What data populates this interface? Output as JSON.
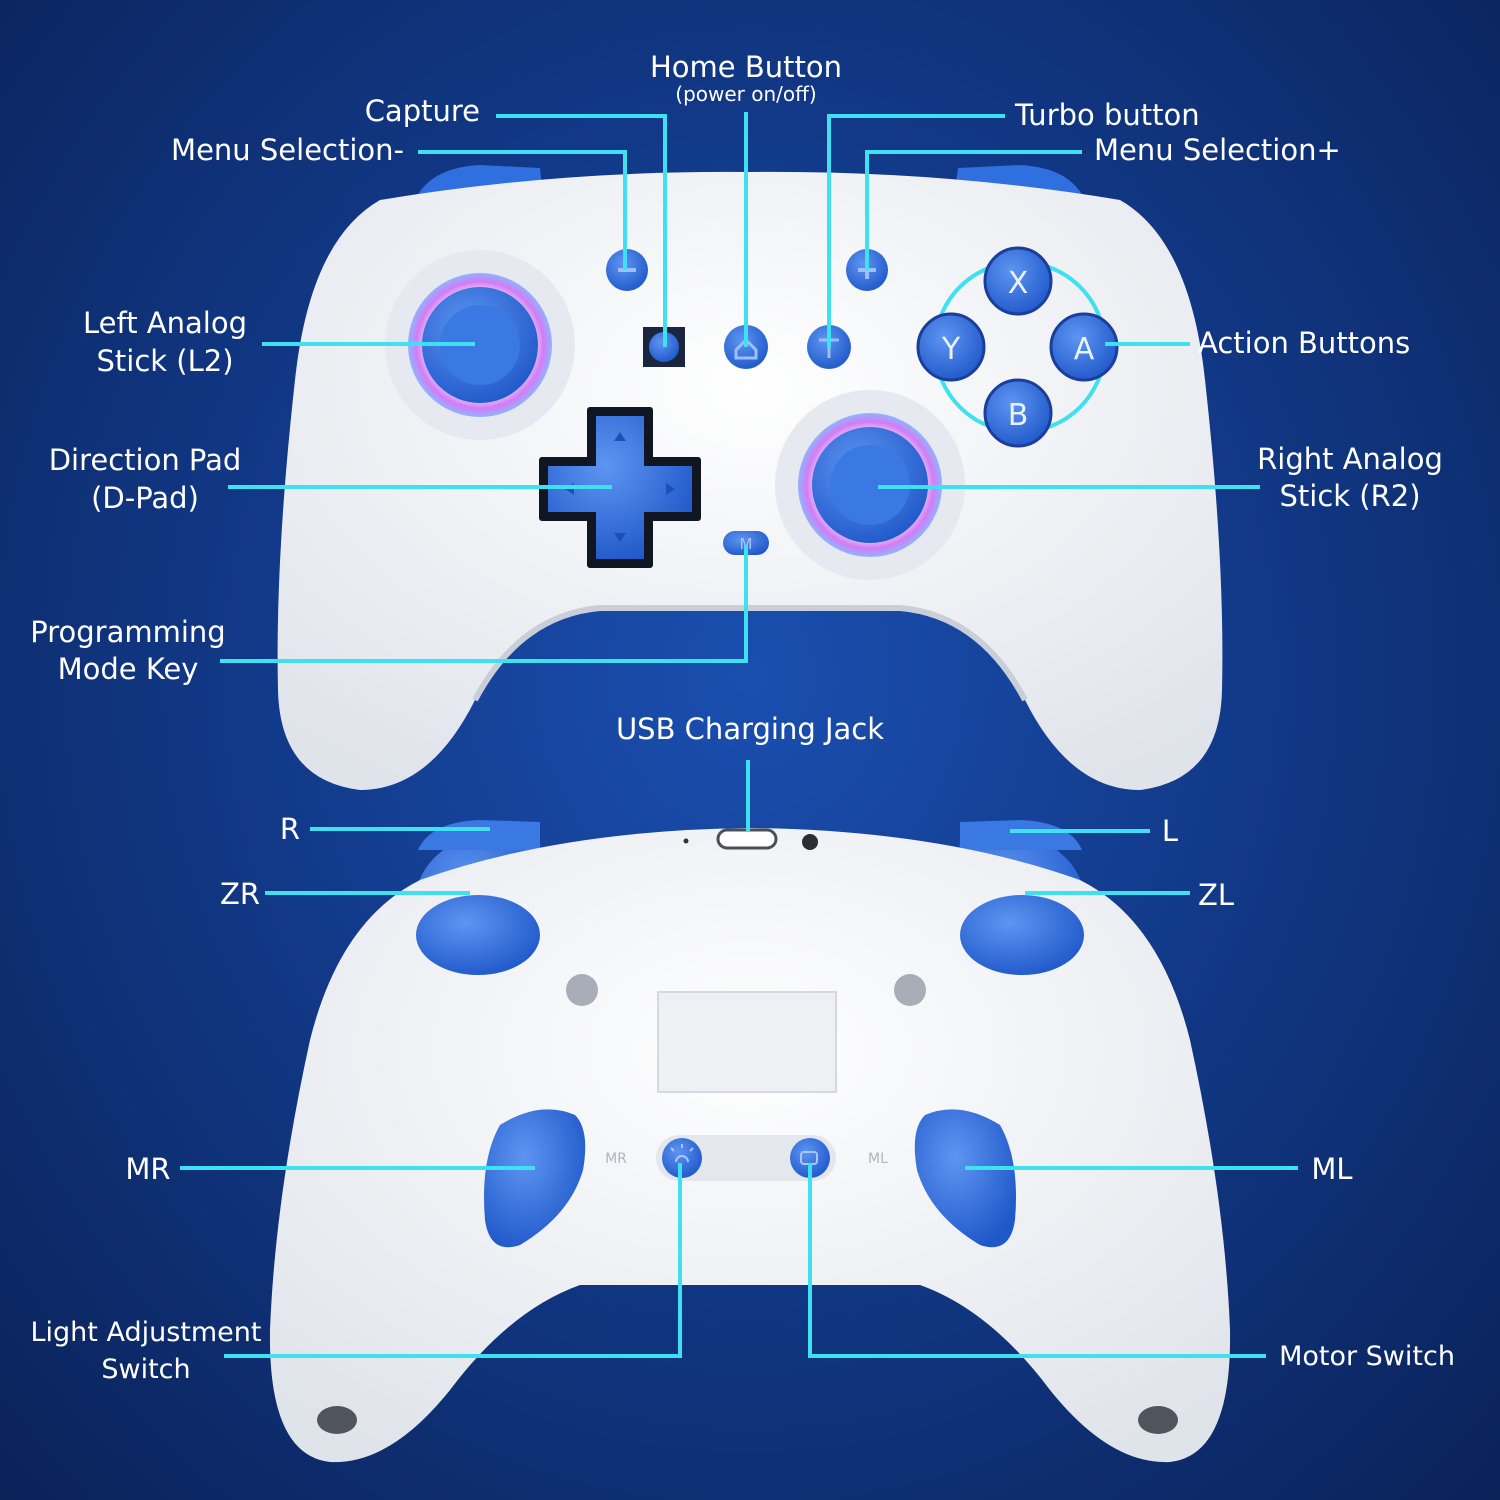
{
  "labels": {
    "home_button": "Home Button",
    "home_button_sub": "(power on/off)",
    "capture": "Capture",
    "menu_selection_minus": "Menu Selection-",
    "turbo_button": "Turbo button",
    "menu_selection_plus": "Menu Selection+",
    "left_stick_line1": "Left Analog",
    "left_stick_line2": "Stick (L2)",
    "action_buttons": "Action Buttons",
    "dpad_line1": "Direction Pad",
    "dpad_line2": "(D-Pad)",
    "right_stick_line1": "Right Analog",
    "right_stick_line2": "Stick (R2)",
    "programming_line1": "Programming",
    "programming_line2": "Mode Key",
    "usb_jack": "USB Charging Jack",
    "r": "R",
    "l": "L",
    "zr": "ZR",
    "zl": "ZL",
    "mr": "MR",
    "ml": "ML",
    "light_line1": "Light Adjustment",
    "light_line2": "Switch",
    "motor_switch": "Motor Switch"
  },
  "face_buttons": {
    "x": "X",
    "y": "Y",
    "a": "A",
    "b": "B",
    "m": "M"
  },
  "back_marks": {
    "mr": "MR",
    "ml": "ML"
  },
  "colors": {
    "background": "#123a8a",
    "leader_line": "#3fe0f0",
    "button_blue": "#2f6fe0",
    "shell_white": "#f4f5f8",
    "ring_glow": "#d070f0"
  }
}
